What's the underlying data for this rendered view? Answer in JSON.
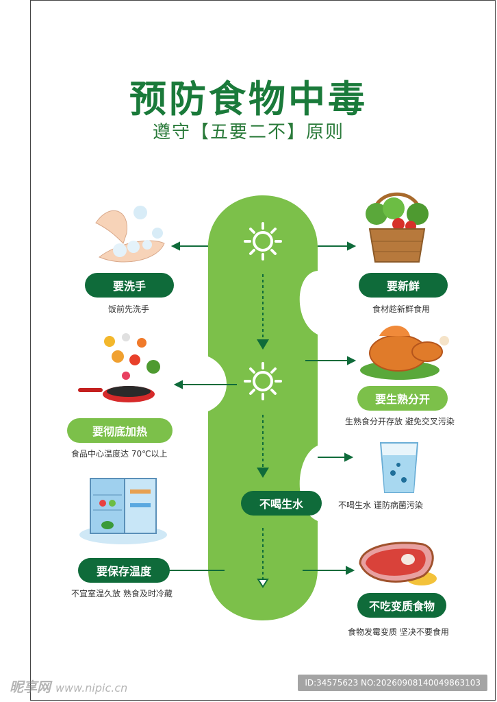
{
  "header": {
    "title": "预防食物中毒",
    "subtitle": "遵守【五要二不】原则"
  },
  "center": {
    "label": "不喝生水"
  },
  "items": {
    "wash_hands": {
      "label": "要洗手",
      "desc": "饭前先洗手"
    },
    "fresh": {
      "label": "要新鲜",
      "desc": "食材趁新鲜食用"
    },
    "cook_thoroughly": {
      "label": "要彻底加热",
      "desc": "食品中心温度达 70℃以上"
    },
    "separate": {
      "label": "要生熟分开",
      "desc": "生熟食分开存放 避免交叉污染"
    },
    "raw_water": {
      "desc": "不喝生水 谨防病菌污染"
    },
    "storage": {
      "label": "要保存温度",
      "desc": "不宜室温久放 熟食及时冷藏"
    },
    "spoiled": {
      "label": "不吃变质食物",
      "desc": "食物发霉变质 坚决不要食用"
    }
  },
  "watermark": {
    "left_brand": "昵享网",
    "left_url": "www.nipic.cn",
    "right_id": "ID:34575623 NO:20260908140049863103"
  },
  "colors": {
    "dark_green": "#0f6b3a",
    "light_green": "#7cc04a",
    "title_green": "#1a7a3a"
  }
}
